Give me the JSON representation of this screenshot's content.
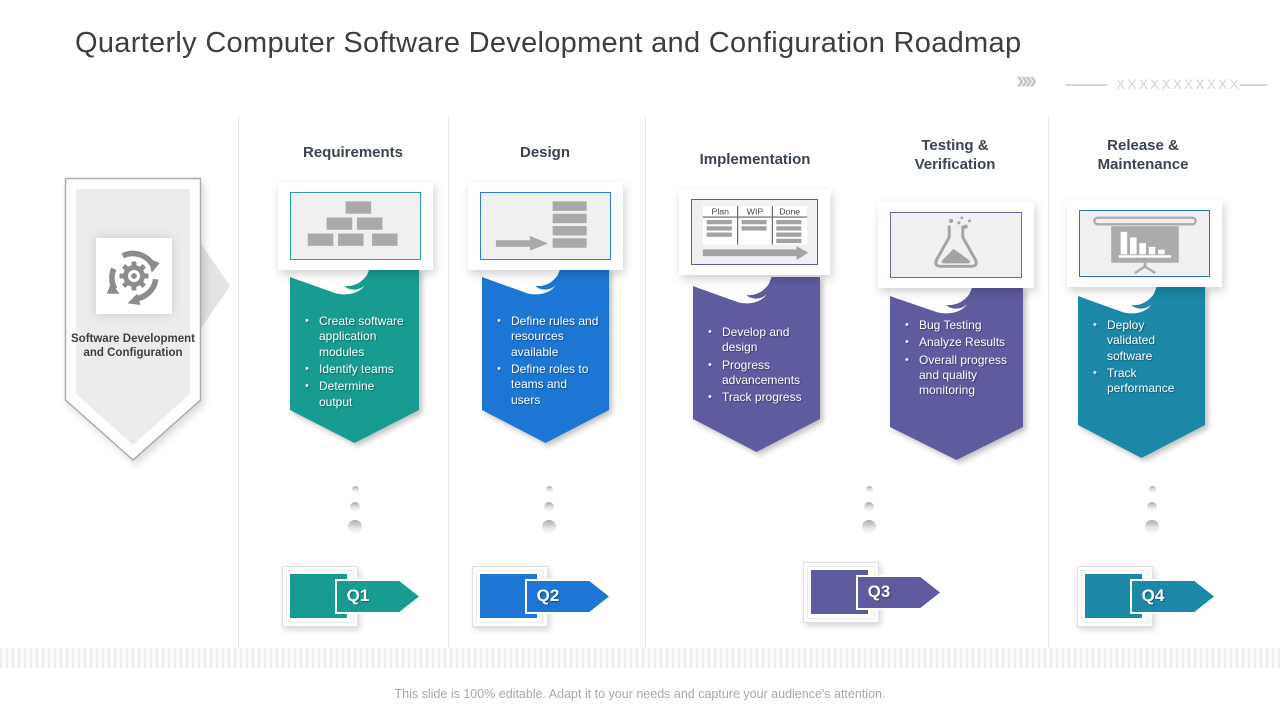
{
  "title": "Quarterly Computer Software Development and Configuration Roadmap",
  "decor": {
    "chevrons": "››››",
    "placeholder": "XXXXXXXXXXX"
  },
  "source": {
    "label": "Software Development and Configuration",
    "icon": "cycle-gear-icon"
  },
  "phases": [
    {
      "title": "Requirements",
      "icon": "org-blocks-icon",
      "color": "#189C92",
      "border": "#2AA0A4",
      "bullets": [
        "Create software application modules",
        "Identify teams",
        "Determine output"
      ]
    },
    {
      "title": "Design",
      "icon": "flow-arrow-stack-icon",
      "color": "#1D76D3",
      "border": "#2E7FD6",
      "bullets": [
        "Define rules and resources available",
        "Define roles to teams and users"
      ]
    },
    {
      "title": "Implementation",
      "icon": "kanban-board-icon",
      "color": "#5E5B9F",
      "border": "#5E5B9F",
      "kanban": [
        "Plan",
        "WIP",
        "Done"
      ],
      "bullets": [
        "Develop and design",
        "Progress advancements",
        "Track progress"
      ]
    },
    {
      "title": "Testing & Verification",
      "icon": "flask-icon",
      "color": "#5E5B9F",
      "border": "#6B68A5",
      "bullets": [
        "Bug Testing",
        "Analyze Results",
        "Overall progress and quality monitoring"
      ]
    },
    {
      "title": "Release & Maintenance",
      "icon": "presentation-chart-icon",
      "color": "#1C87A6",
      "border": "#2E74B8",
      "bullets": [
        "Deploy validated software",
        "Track performance"
      ]
    }
  ],
  "quarters": [
    {
      "label": "Q1",
      "color": "#189C92"
    },
    {
      "label": "Q2",
      "color": "#1D76D3"
    },
    {
      "label": "Q3",
      "color": "#5E5B9F"
    },
    {
      "label": "Q4",
      "color": "#1C87A6"
    }
  ],
  "footer": {
    "note": "This slide is 100% editable. Adapt it to your needs and capture your audience's attention."
  }
}
